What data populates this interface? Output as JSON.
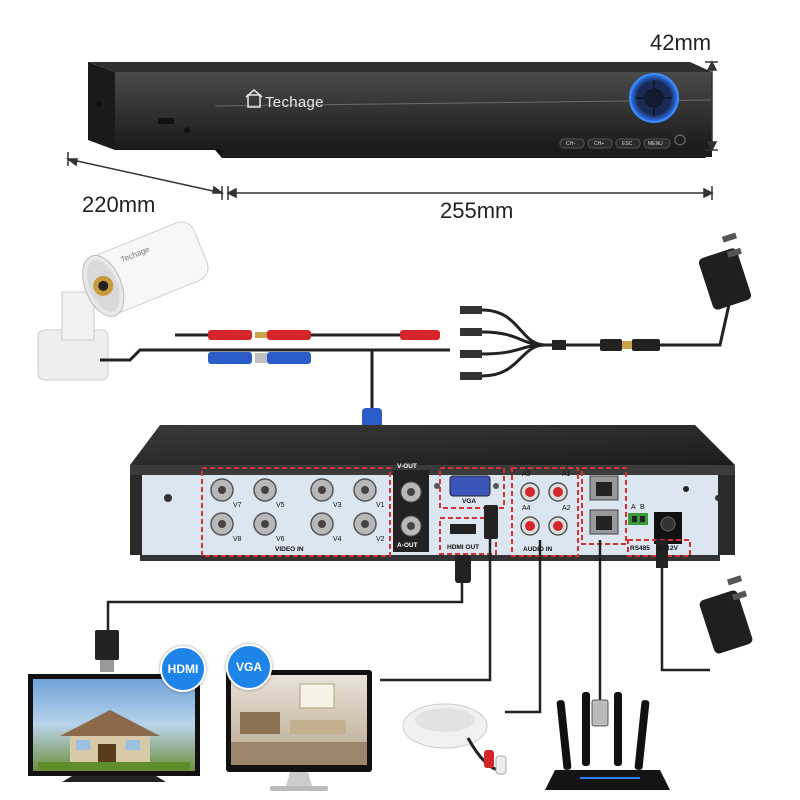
{
  "dimensions": {
    "height": "42mm",
    "depth": "220mm",
    "width": "255mm"
  },
  "front_panel": {
    "brand": "Techage",
    "buttons": [
      "CH-",
      "CH+",
      "ESC",
      "MENU"
    ]
  },
  "rear_panel": {
    "video_in_label": "VIDEO IN",
    "video_in_channels": [
      "V7",
      "V5",
      "V3",
      "V1",
      "V8",
      "V6",
      "V4",
      "V2"
    ],
    "v_out_label": "V-OUT",
    "a_out_label": "A-OUT",
    "vga_label": "VGA",
    "hdmi_label": "HDMI OUT",
    "audio_in_label": "AUDIO IN",
    "audio_channels": [
      "A3",
      "A1",
      "A4",
      "A2"
    ],
    "rs485_label": "RS485",
    "rs485_pins": [
      "A",
      "B"
    ],
    "dc_label": "DC12V"
  },
  "camera_brand": "Techage",
  "badges": {
    "hdmi": "HDMI",
    "vga": "VGA"
  },
  "colors": {
    "accent_blue": "#1e84e8",
    "dvr_body": "#2a2a2a",
    "panel": "#dbe6f0",
    "cable_red": "#d4262a",
    "cable_blue": "#2b5cc8",
    "dashed": "#d63030"
  }
}
